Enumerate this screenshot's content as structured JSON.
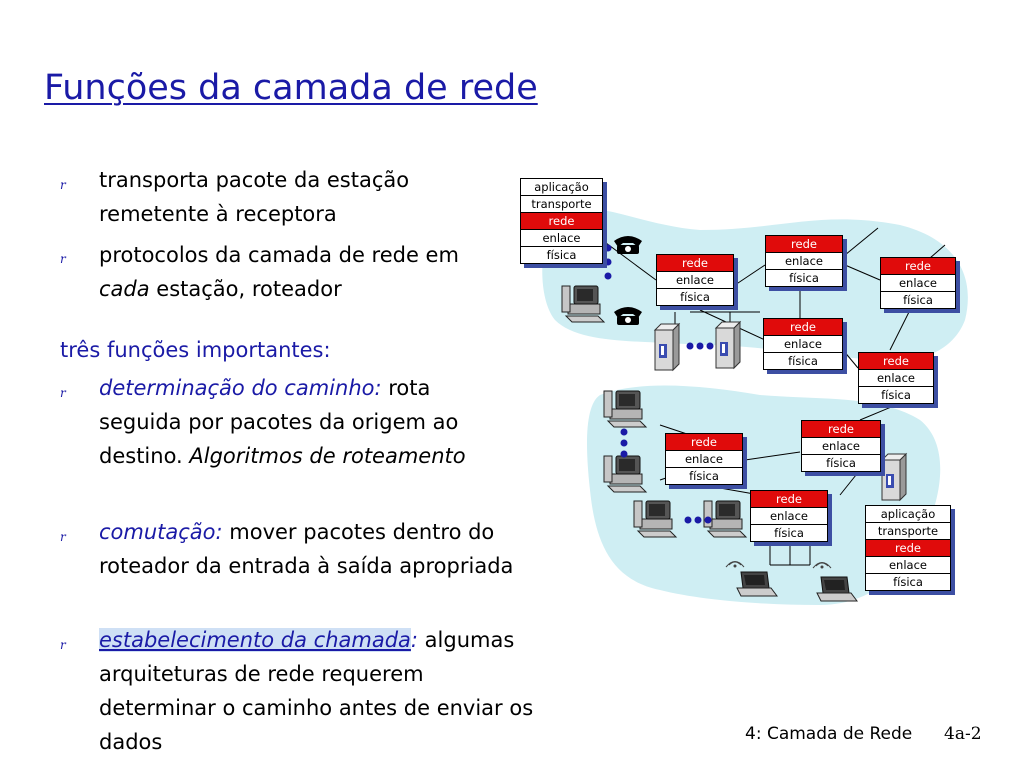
{
  "slide": {
    "title": "Funções da camada de rede",
    "bullet_marker": "r",
    "bullets_top": [
      {
        "text": "transporta pacote da estação remetente à receptora"
      },
      {
        "pre": "protocolos da camada de rede em ",
        "italic": "cada",
        "post": " estação, roteador"
      }
    ],
    "subheading": "três funções importantes:",
    "functions": [
      {
        "term": "determinação do caminho:",
        "desc_pre": " rota seguida por pacotes da origem ao destino. ",
        "desc_italic": "Algoritmos de roteamento"
      },
      {
        "term": "comutação:",
        "desc_pre": " mover pacotes dentro do roteador da entrada à saída apropriada"
      },
      {
        "term": "estabelecimento da chamada",
        "term_suffix": ":",
        "desc_pre": " algumas arquiteturas de rede requerem determinar o caminho antes de enviar os dados"
      }
    ],
    "footer_left": "4: Camada de Rede",
    "footer_right": "4a-2"
  },
  "diagram": {
    "host_stack": [
      "aplicação",
      "transporte",
      "rede",
      "enlace",
      "física"
    ],
    "router_stack": [
      "rede",
      "enlace",
      "física"
    ],
    "highlight_layer": "rede",
    "colors": {
      "title": "#1a1aa6",
      "highlight": "#e00b0b",
      "stack_shadow": "#3d4fa3",
      "cloud": "#cfeef3",
      "device_blue": "#3a4cb0"
    },
    "icons": [
      "telephone-icon",
      "desktop-computer-icon",
      "server-icon",
      "laptop-icon",
      "wireless-icon"
    ]
  }
}
